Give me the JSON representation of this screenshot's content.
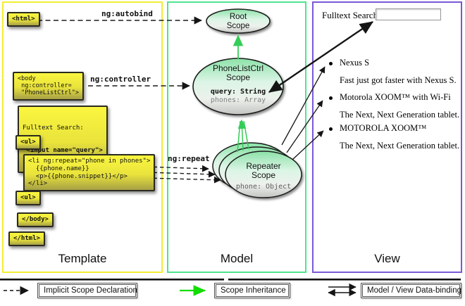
{
  "template": {
    "title": "Template",
    "boxes": {
      "html_open": "<html>",
      "body_open": "<body\n ng:controller=\n \"PhoneListCtrl\">",
      "fulltext_line1": "Fulltext Search:",
      "fulltext_line2": " <input name=\"query\">",
      "ul_open": "<ul>",
      "li_repeat": "<li ng:repeat=\"phone in phones\">\n  {{phone.name}}\n  <p>{{phone.snippet}}</p>\n</li>",
      "ul_close": "<ul>",
      "body_close": "</body>",
      "html_close": "</html>"
    },
    "arrow_labels": {
      "autobind": "ng:autobind",
      "controller": "ng:controller",
      "repeat": "ng:repeat"
    }
  },
  "model": {
    "title": "Model",
    "root_scope": {
      "name": "Root\nScope"
    },
    "phonelist_scope": {
      "name": "PhoneListCtrl\nScope",
      "prop1": "query: String",
      "prop2": "phones: Array"
    },
    "repeater_scope": {
      "name": "Repeater\nScope",
      "prop1": "phone: Object"
    }
  },
  "view": {
    "title": "View",
    "search_label": "Fulltext Search:",
    "search_value": "",
    "items": [
      {
        "name": "Nexus S",
        "snippet": "Fast just got faster with Nexus S."
      },
      {
        "name": "Motorola XOOM™ with Wi-Fi",
        "snippet": "The Next, Next Generation tablet."
      },
      {
        "name": "MOTOROLA XOOM™",
        "snippet": "The Next, Next Generation tablet."
      }
    ]
  },
  "legend": {
    "implicit": "Implicit Scope Declaration",
    "inheritance": "Scope Inheritance",
    "databinding": "Model / View Data-binding"
  },
  "colors": {
    "template_border": "#f2ee33",
    "model_border": "#4ee48f",
    "view_border": "#7a58d8",
    "codebox_top": "#faf63f",
    "codebox_bottom": "#a6a045",
    "ellipse_top": "#8ce2a8",
    "ellipse_bottom": "#c2c4c0",
    "inheritance_green": "#35cc57",
    "legend_green": "#12dd00",
    "arrow_black": "#151515"
  }
}
